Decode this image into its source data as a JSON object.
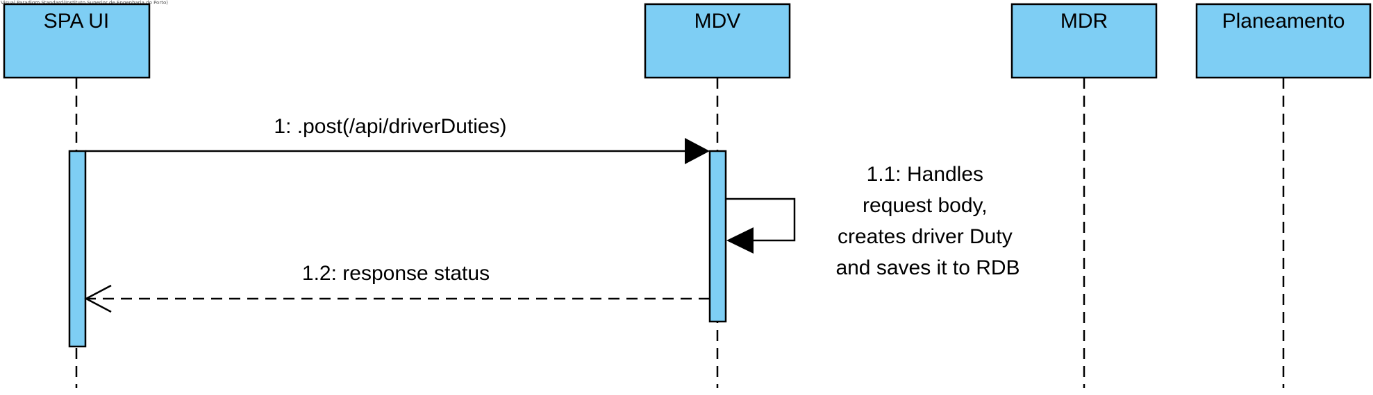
{
  "watermark": "Visual Paradigm Standard(Instituto Superior de Engenharia do Porto)",
  "lifelines": [
    {
      "id": "spa",
      "label": "SPA  UI"
    },
    {
      "id": "mdv",
      "label": "MDV"
    },
    {
      "id": "mdr",
      "label": "MDR"
    },
    {
      "id": "plan",
      "label": "Planeamento"
    }
  ],
  "messages": [
    {
      "id": "m1",
      "label": "1: .post(/api/driverDuties)",
      "from": "SPA  UI",
      "to": "MDV",
      "kind": "synchronous"
    },
    {
      "id": "m11",
      "label_lines": [
        "1.1: Handles",
        "request body,",
        "creates driver Duty",
        "and saves it to RDB"
      ],
      "from": "MDV",
      "to": "MDV",
      "kind": "self"
    },
    {
      "id": "m12",
      "label": "1.2: response status",
      "from": "MDV",
      "to": "SPA  UI",
      "kind": "return"
    }
  ]
}
